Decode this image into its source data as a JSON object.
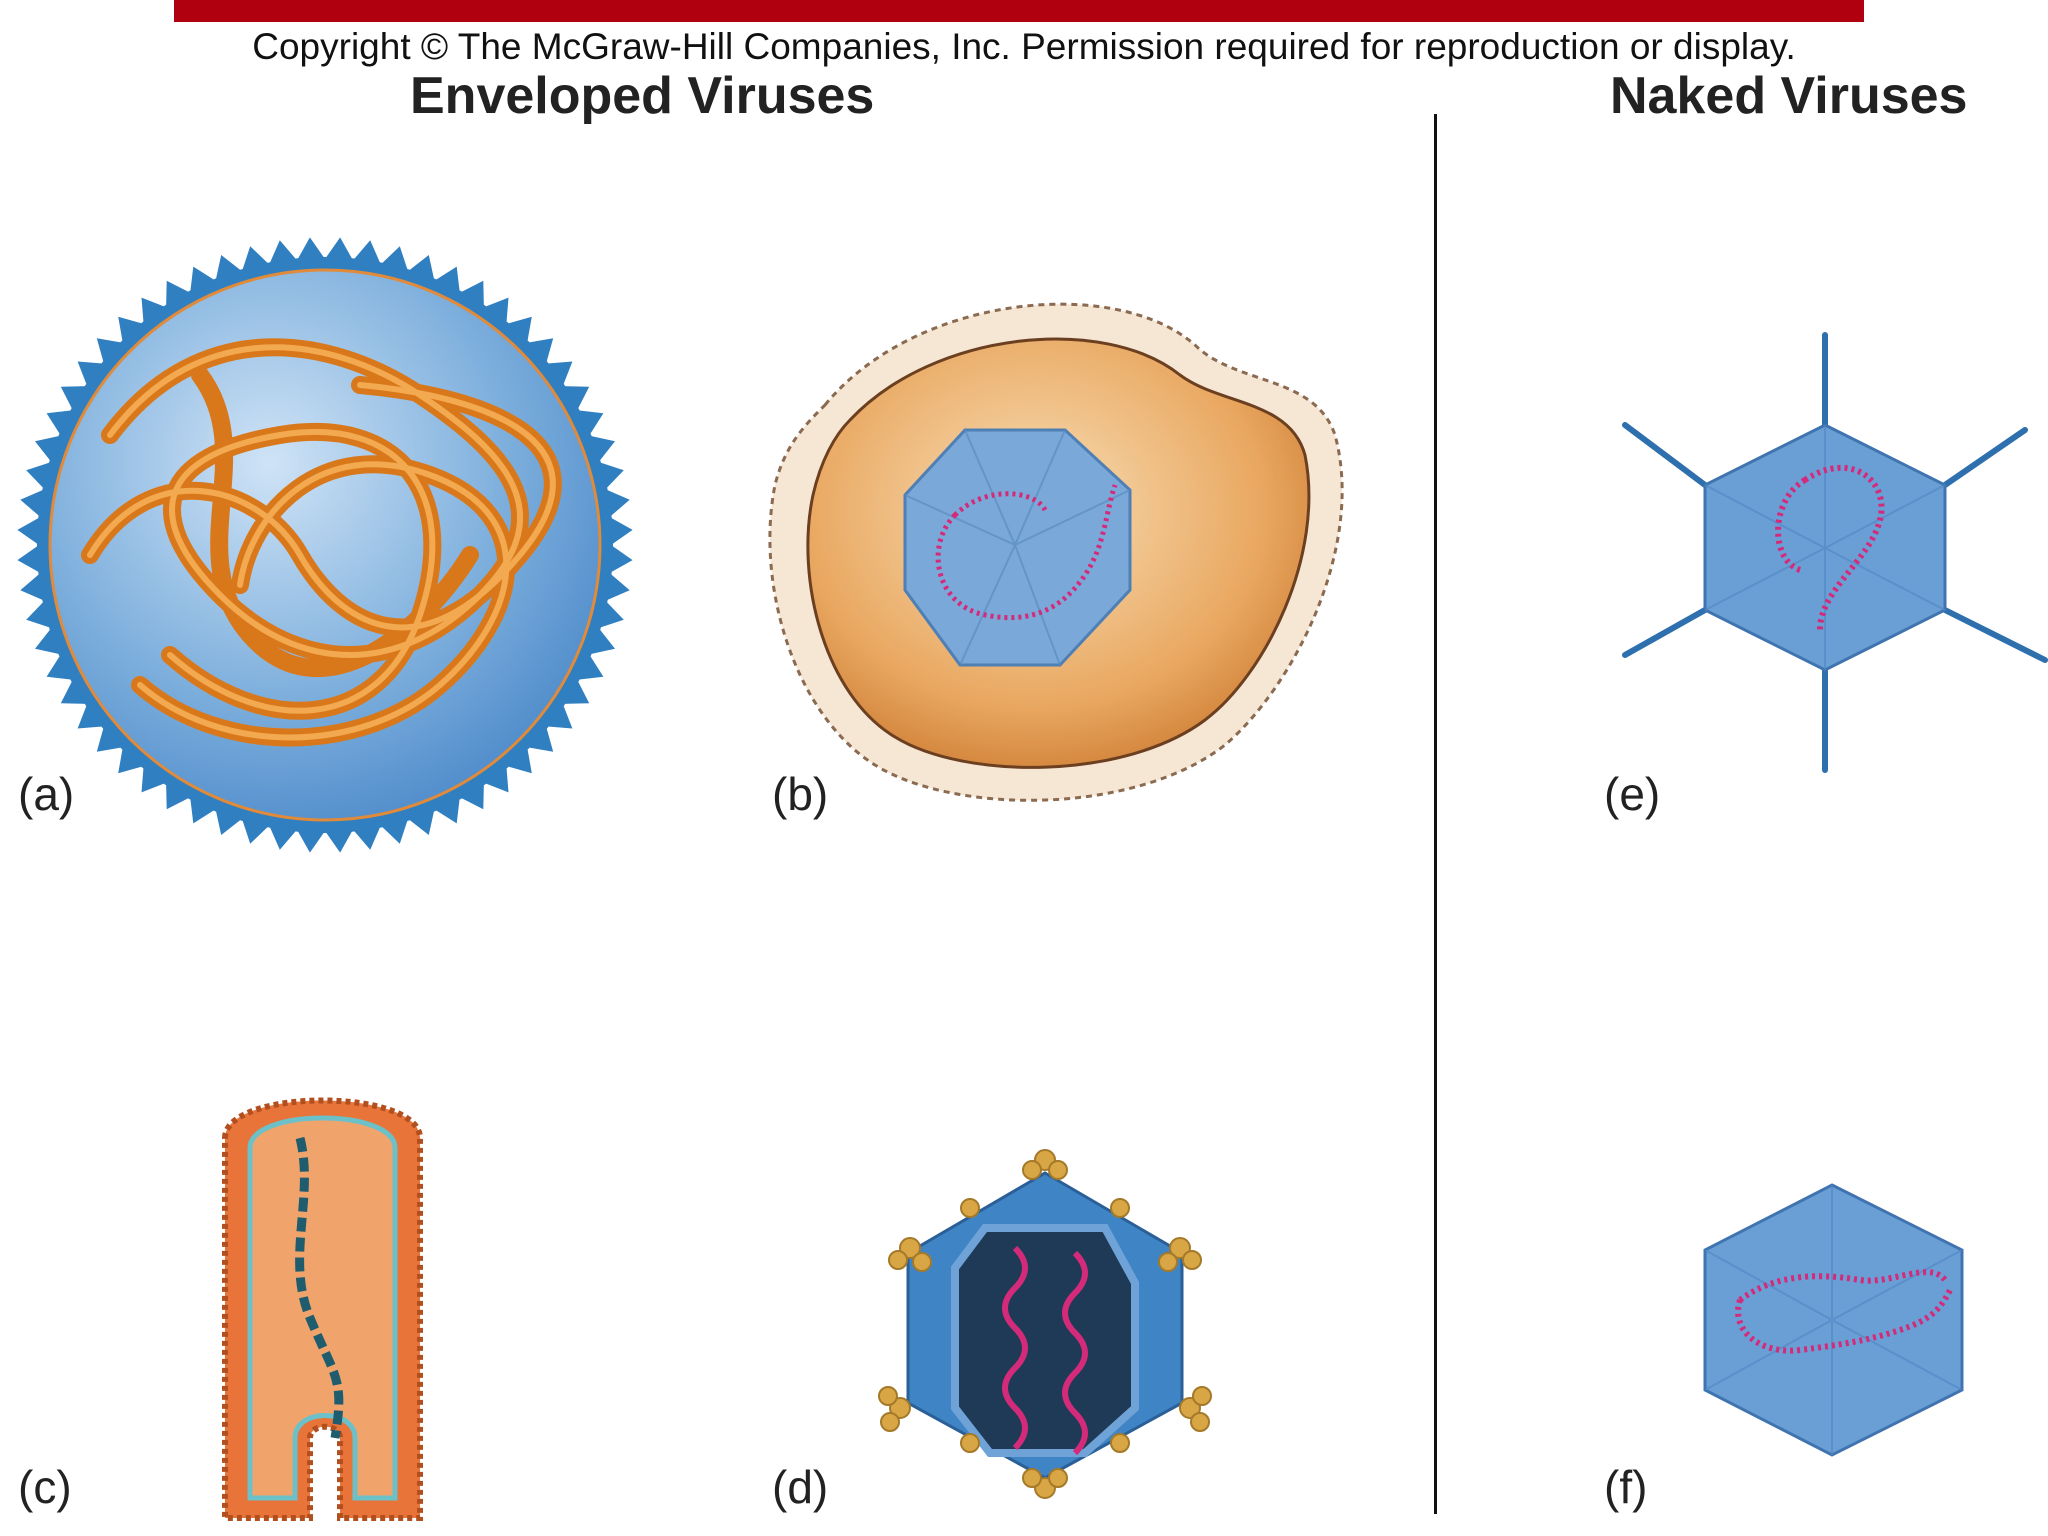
{
  "header": {
    "copyright": "Copyright © The McGraw-Hill Companies, Inc. Permission required for reproduction or display.",
    "enveloped_title": "Enveloped Viruses",
    "naked_title": "Naked Viruses"
  },
  "panels": [
    {
      "id": "a",
      "label": "(a)"
    },
    {
      "id": "b",
      "label": "(b)"
    },
    {
      "id": "c",
      "label": "(c)"
    },
    {
      "id": "d",
      "label": "(d)"
    },
    {
      "id": "e",
      "label": "(e)"
    },
    {
      "id": "f",
      "label": "(f)"
    }
  ],
  "colors": {
    "banner": "#b0000f",
    "capsid_blue": "#6d9fd4",
    "envelope_blue": "#2f7fc1",
    "nucleic_acid_pink": "#d42a7a",
    "nucleic_acid_orange": "#f08a1a",
    "envelope_orange": "#d9824a",
    "spike_gold": "#d9a645"
  }
}
